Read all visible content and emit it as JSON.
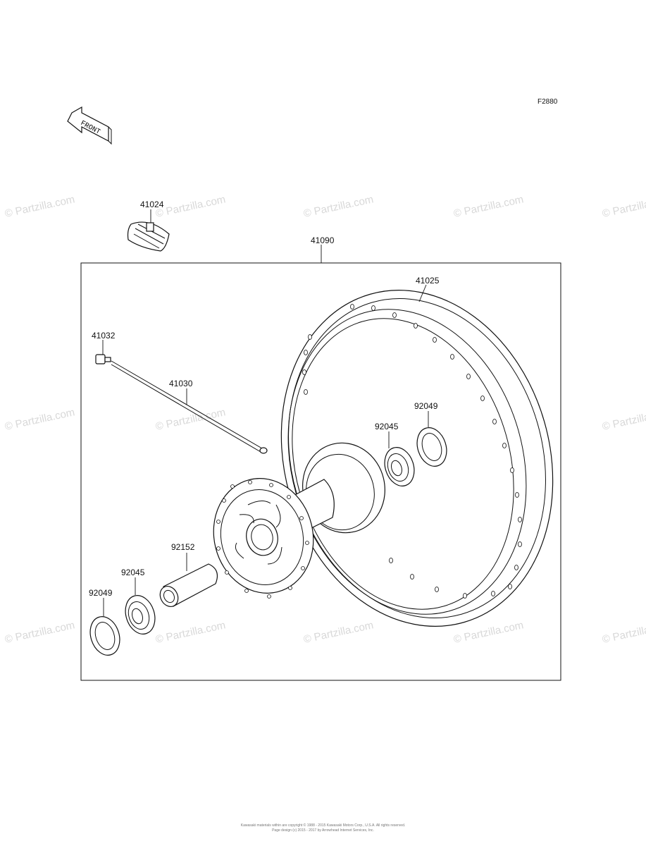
{
  "diagram": {
    "figure_ref": "F2880",
    "front_marker": "FRONT",
    "assembly_label": "41090",
    "labels": {
      "valve": "41024",
      "rim": "41025",
      "nipple": "41032",
      "spoke": "41030",
      "seal_right": "92049",
      "bearing_right": "92045",
      "collar": "92152",
      "bearing_left": "92045",
      "seal_left": "92049"
    },
    "watermark": "© Partzilla.com",
    "copyright_line1": "Kawasaki materials within are copyright © 1988 - 2015 Kawasaki Motors Corp., U.S.A. All rights reserved.",
    "copyright_line2": "Page design (c) 2015 - 2017 by Arrowhead Internet Services, Inc."
  }
}
